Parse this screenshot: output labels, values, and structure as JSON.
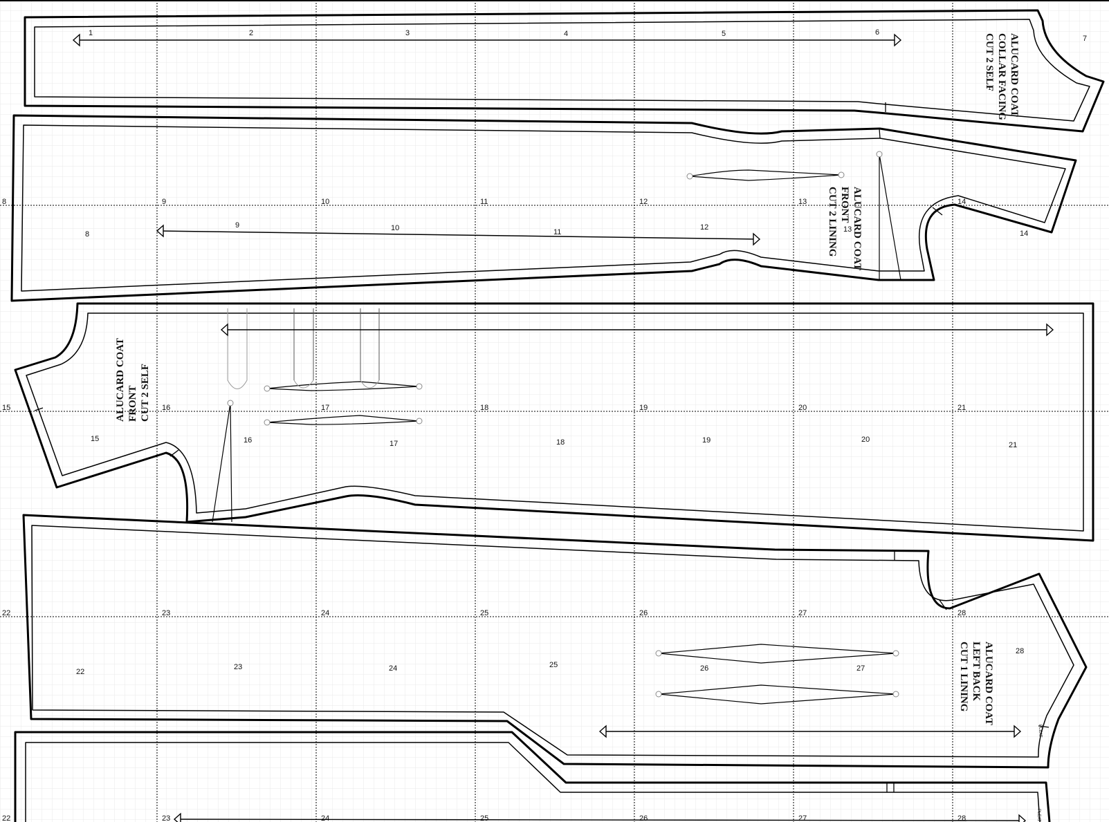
{
  "pieces": {
    "collar": {
      "title": [
        "ALUCARD COAT",
        "COLLAR FACING",
        "CUT 2 SELF"
      ]
    },
    "front_lining": {
      "title": [
        "ALUCARD COAT",
        "FRONT",
        "CUT 2 LINING"
      ]
    },
    "front_self": {
      "title": [
        "ALUCARD COAT",
        "FRONT",
        "CUT 2 SELF"
      ]
    },
    "back_lining": {
      "title": [
        "ALUCARD COAT",
        "LEFT BACK",
        "CUT 1 LINING"
      ]
    },
    "notch_text": "PLEAT"
  },
  "tile_line_labels": [
    [
      "1",
      "2",
      "3",
      "4",
      "5",
      "6",
      "7"
    ],
    [
      "8",
      "9",
      "10",
      "11",
      "12",
      "13",
      "14"
    ],
    [
      "15",
      "16",
      "17",
      "18",
      "19",
      "20",
      "21"
    ],
    [
      "22",
      "23",
      "24",
      "25",
      "26",
      "27",
      "28"
    ]
  ],
  "tile_numbers": {
    "row1": [
      "1",
      "2",
      "3",
      "4",
      "5",
      "6",
      "7"
    ],
    "row2": [
      "8",
      "9",
      "10",
      "11",
      "12",
      "13",
      "14"
    ],
    "row3": [
      "15",
      "16",
      "17",
      "18",
      "19",
      "20",
      "21"
    ],
    "row4": [
      "22",
      "23",
      "24",
      "25",
      "26",
      "27",
      "28"
    ]
  }
}
